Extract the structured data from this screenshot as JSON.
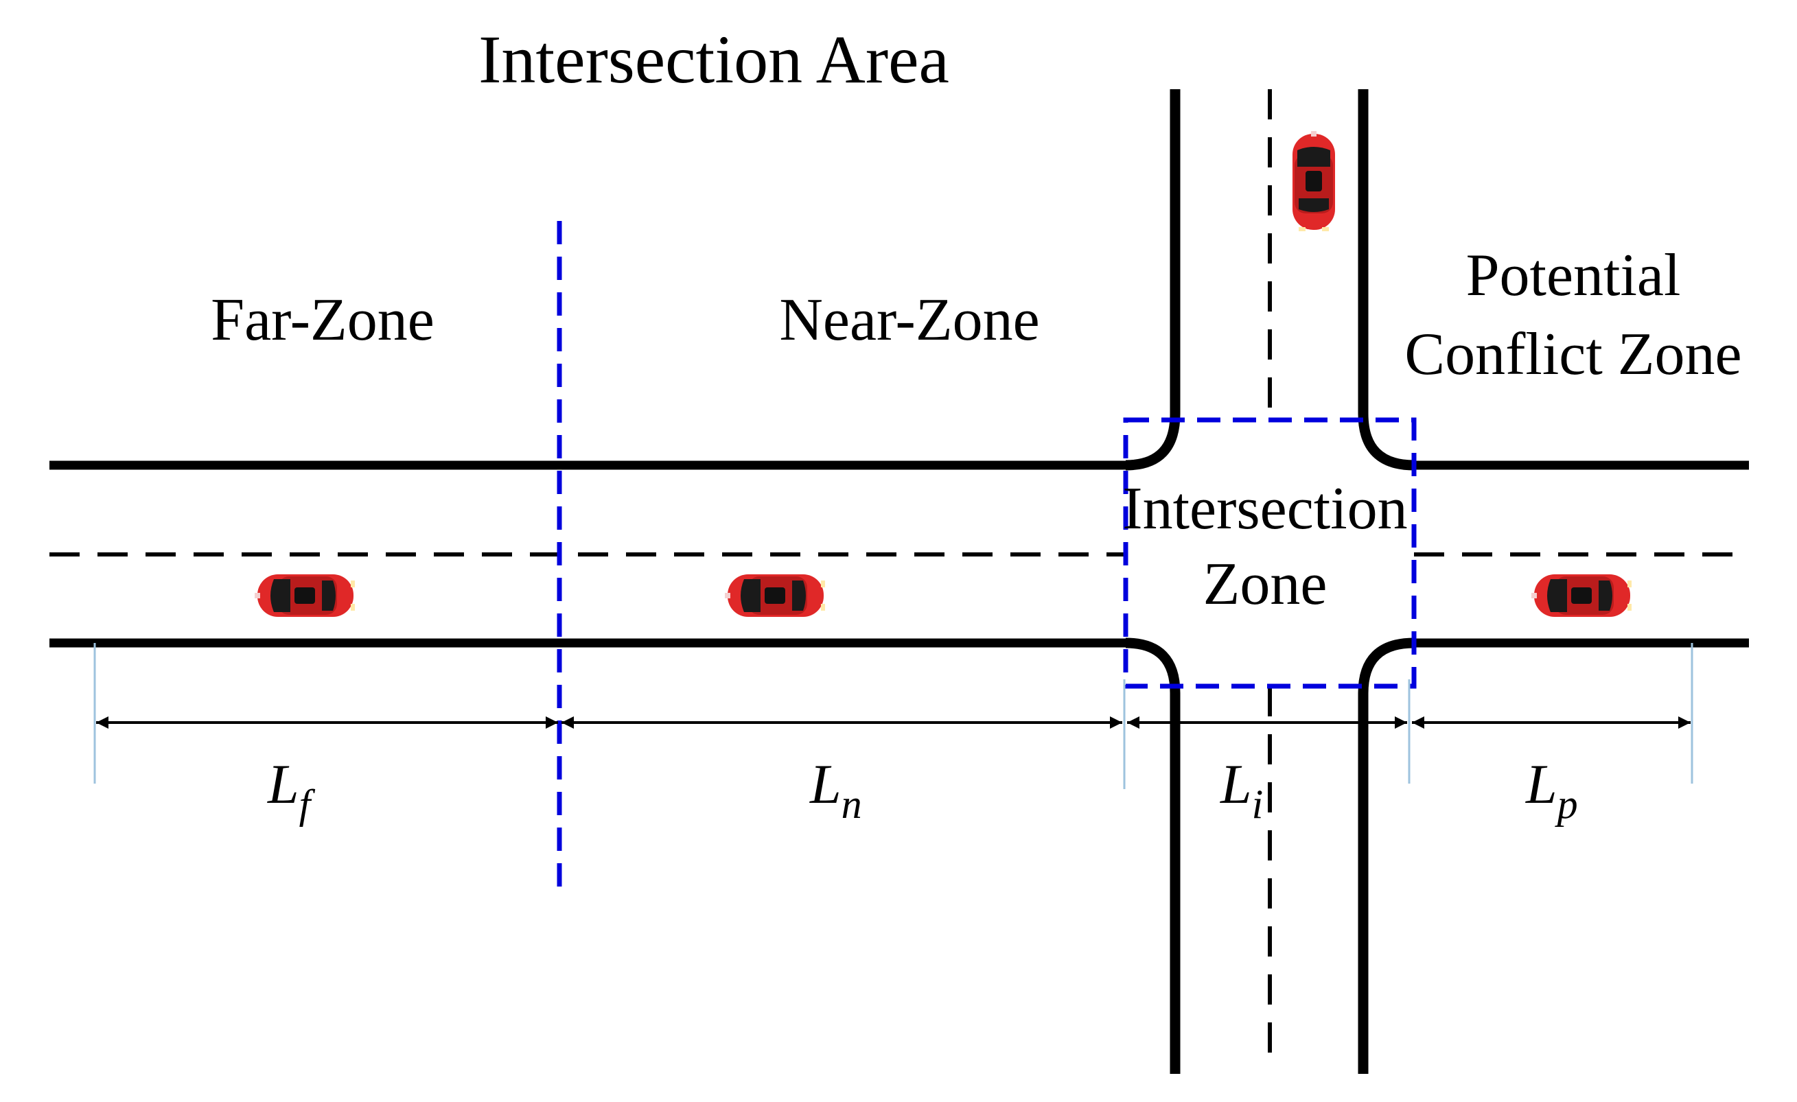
{
  "diagram": {
    "title": "Intersection Area",
    "zones": {
      "far": "Far-Zone",
      "near": "Near-Zone",
      "conflict_line1": "Potential",
      "conflict_line2": "Conflict Zone",
      "intersection_line1": "Intersection",
      "intersection_line2": "Zone"
    },
    "dimensions": {
      "far": {
        "symbol": "L",
        "subscript": "f"
      },
      "near": {
        "symbol": "L",
        "subscript": "n"
      },
      "intersection": {
        "symbol": "L",
        "subscript": "i"
      },
      "conflict": {
        "symbol": "L",
        "subscript": "p"
      }
    },
    "colors": {
      "road": "#000000",
      "zone_boundary": "#0000dd",
      "tick": "#9ec3de",
      "car": "#e02828"
    },
    "icons": {
      "car": "car-icon"
    }
  }
}
